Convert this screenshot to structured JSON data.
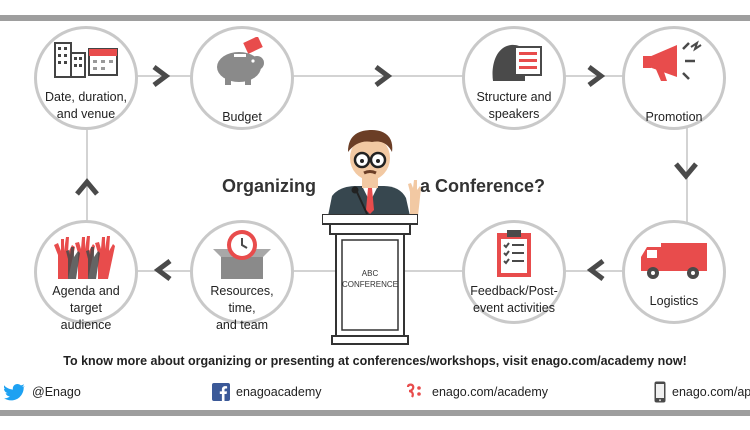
{
  "steps": {
    "date": "Date, duration,\nand venue",
    "budget": "Budget",
    "structure": "Structure and\nspeakers",
    "promotion": "Promotion",
    "logistics": "Logistics",
    "feedback": "Feedback/Post-\nevent activities",
    "resources": "Resources, time,\nand team",
    "agenda": "Agenda and target\naudience"
  },
  "title_left": "Organizing",
  "title_right": "a Conference?",
  "podium_text": "ABC\nCONFERENCE",
  "visit_text": "To know more about organizing or presenting at conferences/workshops, visit enago.com/academy now!",
  "social": {
    "twitter": "@Enago",
    "facebook": "enagoacademy",
    "web": "enago.com/academy",
    "app": "enago.com/app"
  },
  "colors": {
    "accent": "#e84c4c",
    "gray": "#8a8a8a",
    "dark": "#4a4a4a"
  }
}
